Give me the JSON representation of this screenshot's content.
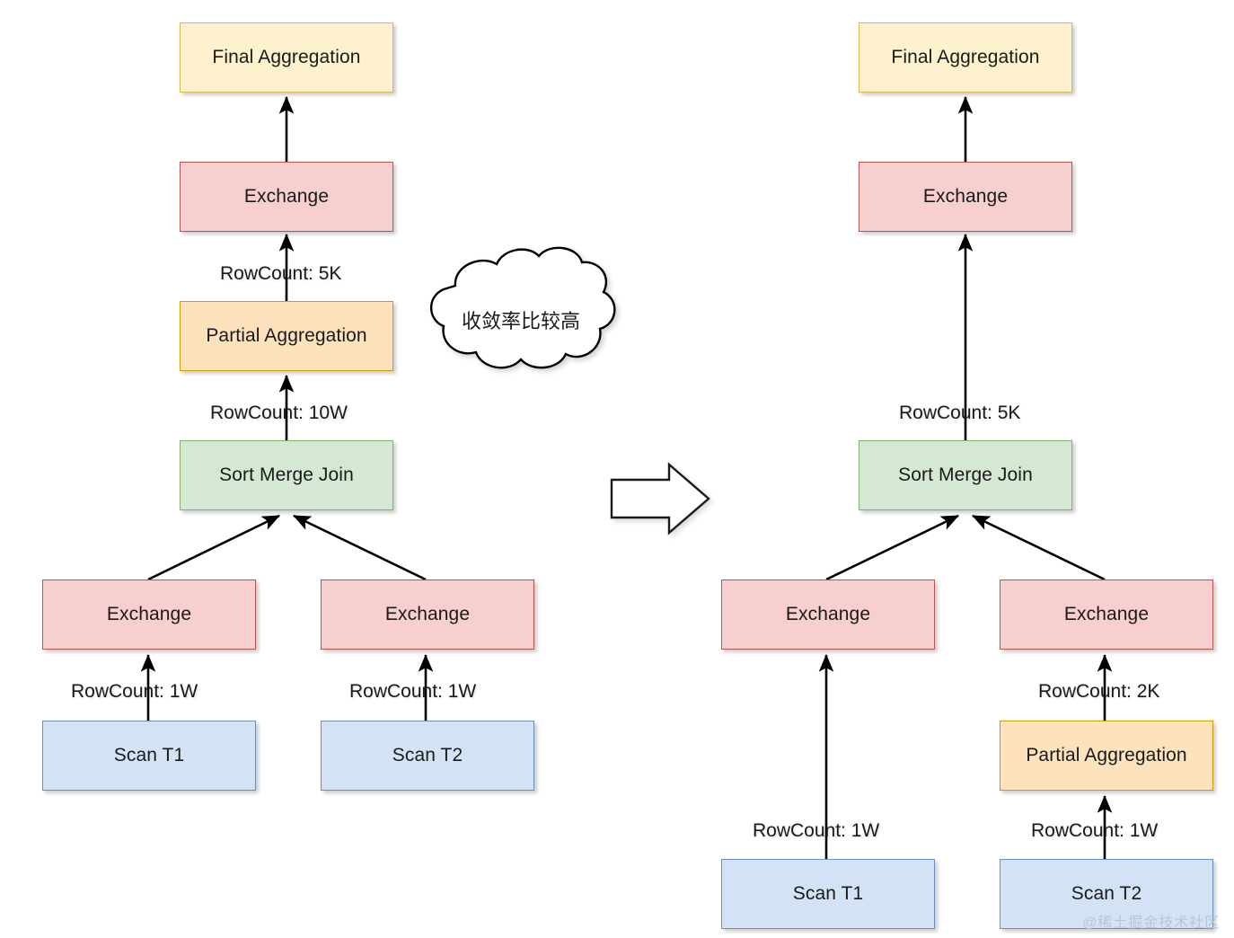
{
  "diagram": {
    "title_present": false,
    "colors": {
      "yellow_fill": "#fdf2cd",
      "yellow_stroke": "#d6b656",
      "red_fill": "#f7cfcf",
      "red_stroke": "#b85450",
      "orange_fill": "#fde3bd",
      "orange_stroke": "#d79b00",
      "green_fill": "#d5e8d4",
      "green_stroke": "#82b366",
      "blue_fill": "#d3e2f5",
      "blue_stroke": "#6c8ebf",
      "line": "#000000",
      "watermark": "#b9c5d8"
    },
    "left_plan": {
      "nodes": [
        {
          "id": "l-final-agg",
          "label": "Final Aggregation",
          "color": "yellow"
        },
        {
          "id": "l-exchange-top",
          "label": "Exchange",
          "color": "red"
        },
        {
          "id": "l-partial-agg",
          "label": "Partial Aggregation",
          "color": "orange"
        },
        {
          "id": "l-smj",
          "label": "Sort Merge Join",
          "color": "green"
        },
        {
          "id": "l-exchange-l",
          "label": "Exchange",
          "color": "red"
        },
        {
          "id": "l-exchange-r",
          "label": "Exchange",
          "color": "red"
        },
        {
          "id": "l-scan-t1",
          "label": "Scan T1",
          "color": "blue"
        },
        {
          "id": "l-scan-t2",
          "label": "Scan T2",
          "color": "blue"
        }
      ],
      "edge_labels": [
        {
          "id": "l-edge-5k",
          "text": "RowCount: 5K"
        },
        {
          "id": "l-edge-10w",
          "text": "RowCount: 10W"
        },
        {
          "id": "l-edge-1w-a",
          "text": "RowCount: 1W"
        },
        {
          "id": "l-edge-1w-b",
          "text": "RowCount: 1W"
        }
      ]
    },
    "callout": {
      "text": "收敛率比较高",
      "shape": "cloud"
    },
    "transform_arrow": {
      "name": "right-arrow",
      "direction": "right"
    },
    "right_plan": {
      "nodes": [
        {
          "id": "r-final-agg",
          "label": "Final Aggregation",
          "color": "yellow"
        },
        {
          "id": "r-exchange-top",
          "label": "Exchange",
          "color": "red"
        },
        {
          "id": "r-smj",
          "label": "Sort Merge Join",
          "color": "green"
        },
        {
          "id": "r-exchange-l",
          "label": "Exchange",
          "color": "red"
        },
        {
          "id": "r-exchange-r",
          "label": "Exchange",
          "color": "red"
        },
        {
          "id": "r-partial-agg",
          "label": "Partial Aggregation",
          "color": "orange"
        },
        {
          "id": "r-scan-t1",
          "label": "Scan T1",
          "color": "blue"
        },
        {
          "id": "r-scan-t2",
          "label": "Scan T2",
          "color": "blue"
        }
      ],
      "edge_labels": [
        {
          "id": "r-edge-5k",
          "text": "RowCount: 5K"
        },
        {
          "id": "r-edge-2k",
          "text": "RowCount: 2K"
        },
        {
          "id": "r-edge-1w-a",
          "text": "RowCount: 1W"
        },
        {
          "id": "r-edge-1w-b",
          "text": "RowCount: 1W"
        }
      ]
    },
    "watermark": "@稀土掘金技术社区"
  }
}
